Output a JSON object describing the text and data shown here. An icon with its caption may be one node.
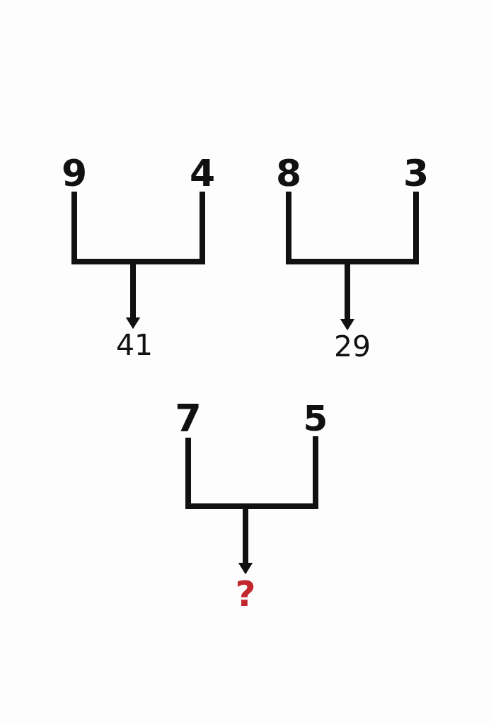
{
  "diagram": {
    "nodes": [
      {
        "text": [
          "9"
        ]
      },
      {
        "text": [
          "4"
        ]
      },
      {
        "text": [
          "8"
        ]
      },
      {
        "text": [
          "3"
        ]
      },
      {
        "text": [
          "41"
        ]
      },
      {
        "text": [
          "29"
        ]
      },
      {
        "text": [
          "7"
        ]
      },
      {
        "text": [
          "5"
        ]
      },
      {
        "text": [
          "?"
        ]
      }
    ],
    "edges": [
      {
        "from": 0,
        "to": 4,
        "arrow": "to"
      },
      {
        "from": 1,
        "to": 4,
        "arrow": "to"
      },
      {
        "from": 2,
        "to": 5,
        "arrow": "to"
      },
      {
        "from": 3,
        "to": 5,
        "arrow": "to"
      },
      {
        "from": 6,
        "to": 8,
        "arrow": "to"
      },
      {
        "from": 7,
        "to": 8,
        "arrow": "to"
      }
    ]
  }
}
